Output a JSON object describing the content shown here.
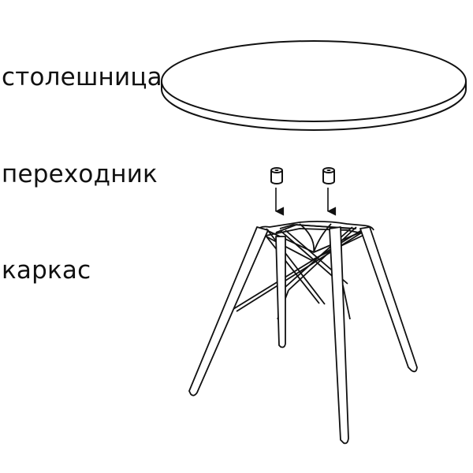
{
  "labels": {
    "tabletop": "столешница",
    "adapter": "переходник",
    "frame": "каркас"
  },
  "colors": {
    "line": "#111111",
    "fill": "#ffffff"
  }
}
